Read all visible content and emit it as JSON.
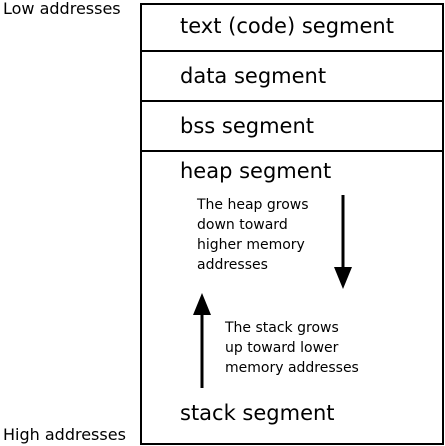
{
  "labels": {
    "low": "Low addresses",
    "high": "High addresses"
  },
  "segments": [
    {
      "name": "text (code) segment"
    },
    {
      "name": "data segment"
    },
    {
      "name": "bss segment"
    }
  ],
  "heap": {
    "title": "heap segment",
    "note": [
      "The heap grows",
      "down toward",
      "higher memory",
      "addresses"
    ]
  },
  "stack": {
    "title": "stack segment",
    "note": [
      "The stack grows",
      "up toward lower",
      "memory addresses"
    ]
  }
}
